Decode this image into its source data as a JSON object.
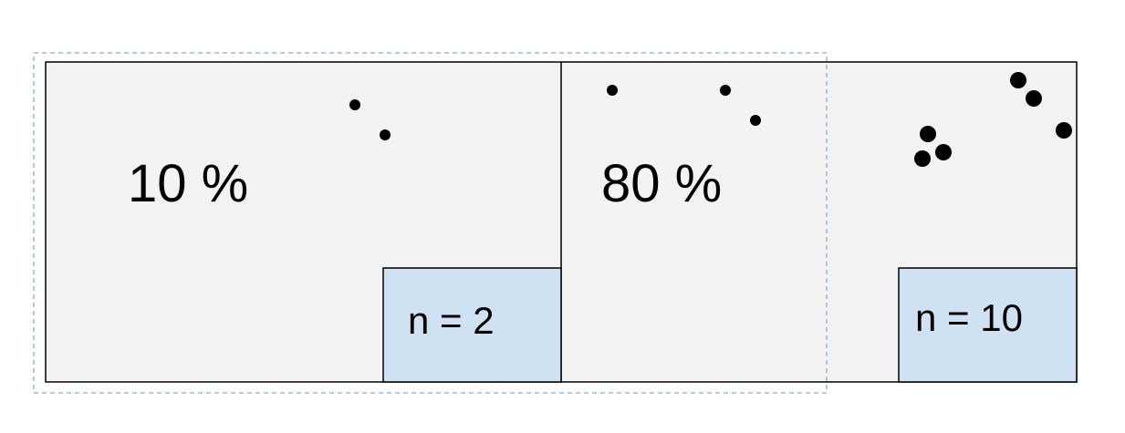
{
  "colors": {
    "panel_fill": "#f3f3f3",
    "panel_border": "#000000",
    "sample_box_fill": "#cfe2f3",
    "selection_dash": "#7eb0dc",
    "dot": "#000000"
  },
  "panels": [
    {
      "percent_label": "10 %"
    },
    {
      "percent_label": "80 %"
    }
  ],
  "sample_boxes": [
    {
      "label": "n = 2"
    },
    {
      "label": "n = 10"
    }
  ]
}
